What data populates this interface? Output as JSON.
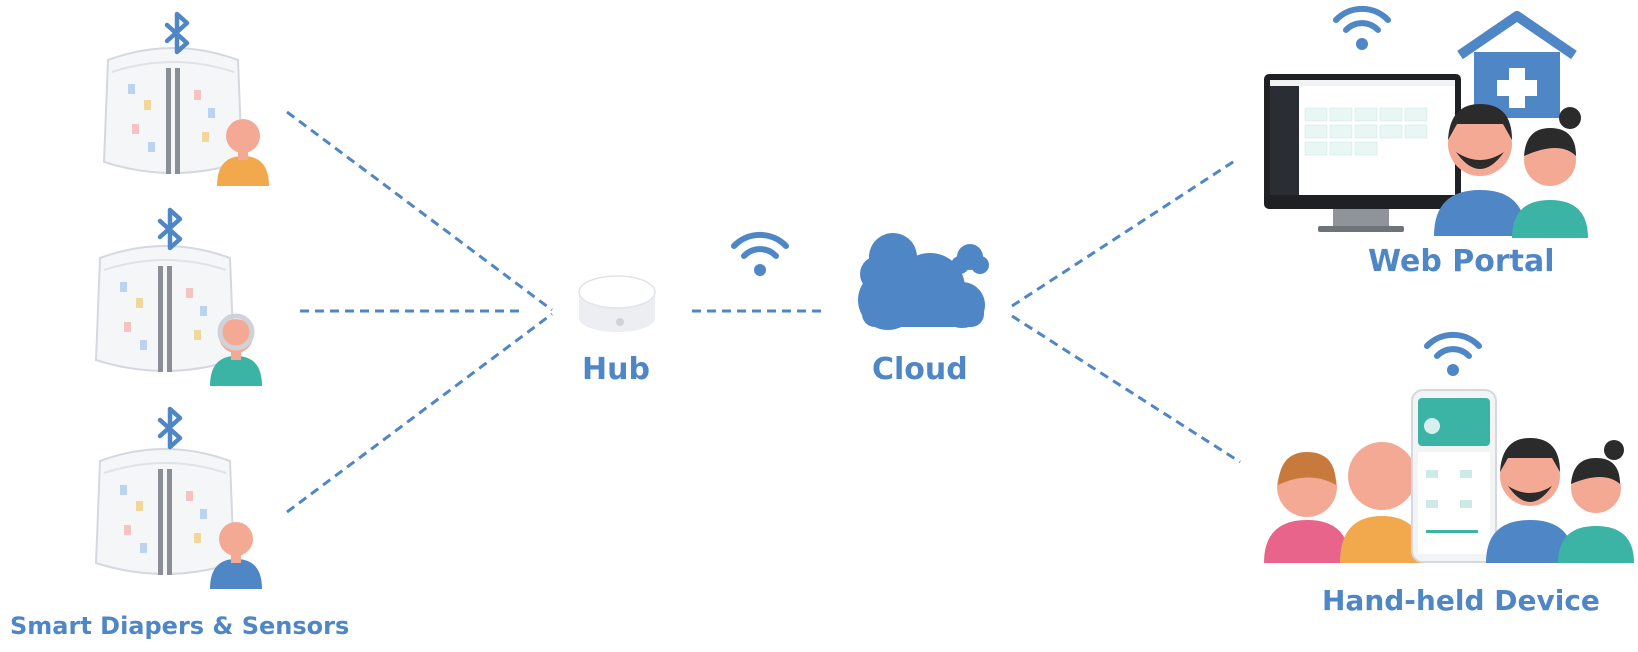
{
  "labels": {
    "sensors": "Smart Diapers & Sensors",
    "hub": "Hub",
    "cloud": "Cloud",
    "web_portal": "Web Portal",
    "handheld": "Hand-held Device"
  },
  "colors": {
    "accent": "#4f86c6",
    "teal": "#3bb3a5",
    "orange": "#f2a94e",
    "pink": "#e8648a",
    "skin": "#f4a995"
  },
  "icons": [
    "bluetooth-icon",
    "wifi-icon",
    "cloud-icon",
    "hospital-icon",
    "hub-device",
    "diaper",
    "monitor",
    "phone"
  ]
}
